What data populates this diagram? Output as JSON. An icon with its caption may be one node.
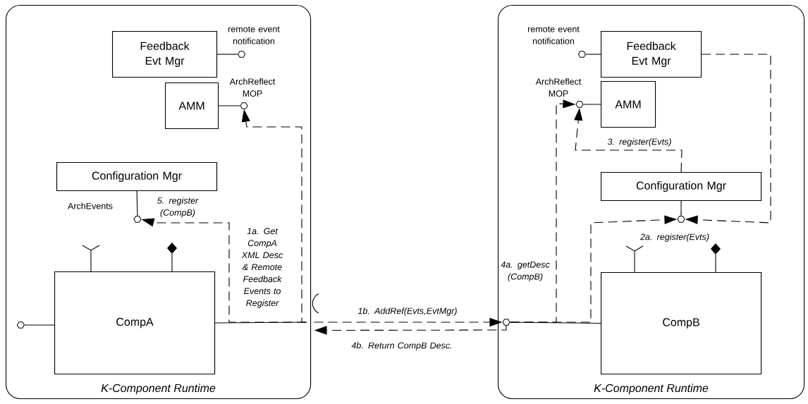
{
  "diagram": {
    "nodes": [
      {
        "text": [
          "K-Component Runtime"
        ]
      },
      {
        "text": [
          "Feedback Evt Mgr"
        ],
        "in": 0
      },
      {
        "text": [
          "AMM"
        ],
        "in": 0
      },
      {
        "text": [
          "Configuration Mgr"
        ],
        "in": 0
      },
      {
        "text": [
          "CompA"
        ],
        "in": 0
      },
      {
        "text": [],
        "shape": "hexagon",
        "in": 0
      },
      {
        "text": [],
        "shape": "hexagon",
        "in": 0
      },
      {
        "text": [],
        "shape": "arc"
      },
      {
        "text": [
          "K-Component Runtime"
        ]
      },
      {
        "text": [
          "Feedback Evt Mgr"
        ],
        "in": 8
      },
      {
        "text": [
          "AMM"
        ],
        "in": 8
      },
      {
        "text": [
          "Configuration Mgr"
        ],
        "in": 8
      },
      {
        "text": [
          "CompB"
        ],
        "in": 8
      },
      {
        "text": [],
        "shape": "hexagon",
        "in": 8
      },
      {
        "text": [],
        "shape": "hexagon",
        "in": 8
      },
      {
        "text": [],
        "shape": "hexagon",
        "in": 8
      }
    ],
    "edges": [
      {
        "from": 7,
        "to": 5,
        "arrow": "to",
        "style": "dashed",
        "label": "1a. Get CompA XML Desc & Remote Feedback Events to Register"
      },
      {
        "from": 7,
        "to": 6,
        "arrow": "to",
        "style": "dashed",
        "label": "5. register (CompB)"
      },
      {
        "from": 7,
        "to": 15,
        "arrow": "to",
        "style": "dashed",
        "label": "1b. AddRef(Evts,EvtMgr)"
      },
      {
        "from": 15,
        "to": 7,
        "arrow": "to",
        "style": "dashed",
        "label": "4b. Return CompB Desc."
      },
      {
        "from": 15,
        "to": 13,
        "arrow": "to",
        "style": "dashed",
        "label": "4a. getDesc (CompB)"
      },
      {
        "from": 11,
        "to": 13,
        "arrow": "to",
        "style": "dashed",
        "label": "3. register(Evts)"
      },
      {
        "from": 15,
        "to": 14,
        "arrow": "to",
        "style": "dashed",
        "label": "2a. register(Evts)"
      },
      {
        "from": 9,
        "to": 14,
        "arrow": "to",
        "style": "dashed"
      },
      {
        "from": 2,
        "to": 5,
        "arrow": "none"
      },
      {
        "from": 3,
        "to": 6,
        "arrow": "none"
      },
      {
        "from": 4,
        "to": 7,
        "arrow": "none"
      },
      {
        "from": 10,
        "to": 13,
        "arrow": "none"
      },
      {
        "from": 11,
        "to": 14,
        "arrow": "none"
      },
      {
        "from": 12,
        "to": 15,
        "arrow": "none"
      }
    ],
    "labels": [
      "remote event notification",
      "ArchReflect MOP",
      "ArchEvents",
      "remote event notification",
      "ArchReflect MOP"
    ]
  }
}
